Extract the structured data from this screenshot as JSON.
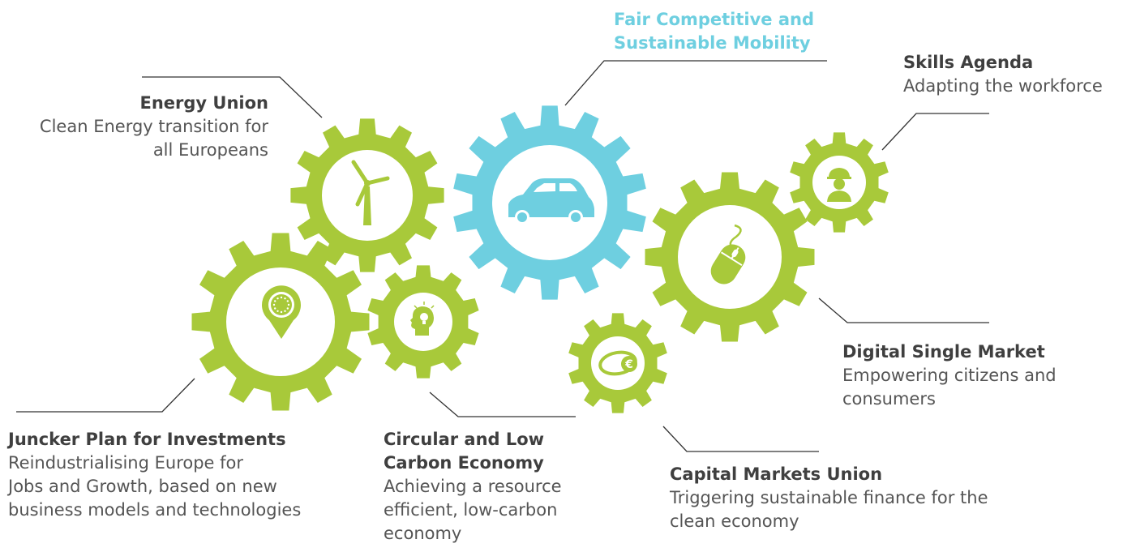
{
  "colors": {
    "gear_green": "#a8c93a",
    "gear_blue": "#6ecfe0",
    "connector": "#333333",
    "highlight_title": "#6ecfe0"
  },
  "gears": [
    {
      "id": "energy",
      "color": "green",
      "icon": "wind-turbine-icon"
    },
    {
      "id": "mobility",
      "color": "blue",
      "icon": "car-icon"
    },
    {
      "id": "skills",
      "color": "green",
      "icon": "worker-icon"
    },
    {
      "id": "digital",
      "color": "green",
      "icon": "computer-mouse-icon"
    },
    {
      "id": "juncker",
      "color": "green",
      "icon": "eu-location-pin-icon"
    },
    {
      "id": "circular",
      "color": "green",
      "icon": "lightbulb-head-icon"
    },
    {
      "id": "capital",
      "color": "green",
      "icon": "euro-coin-icon"
    }
  ],
  "labels": {
    "energy": {
      "title": "Energy Union",
      "desc": "Clean Energy transition for\nall Europeans"
    },
    "mobility": {
      "title": "Fair Competitive and\nSustainable Mobility"
    },
    "skills": {
      "title": "Skills Agenda",
      "desc": "Adapting the workforce"
    },
    "digital": {
      "title": "Digital Single Market",
      "desc": "Empowering citizens and\nconsumers"
    },
    "juncker": {
      "title": "Juncker Plan for Investments",
      "desc": "Reindustrialising Europe for\nJobs and Growth, based on new\nbusiness models and technologies"
    },
    "circular": {
      "title": "Circular and Low\nCarbon Economy",
      "desc": "Achieving a resource\nefficient, low-carbon\neconomy"
    },
    "capital": {
      "title": "Capital Markets Union",
      "desc": "Triggering sustainable finance for the\nclean economy"
    }
  }
}
